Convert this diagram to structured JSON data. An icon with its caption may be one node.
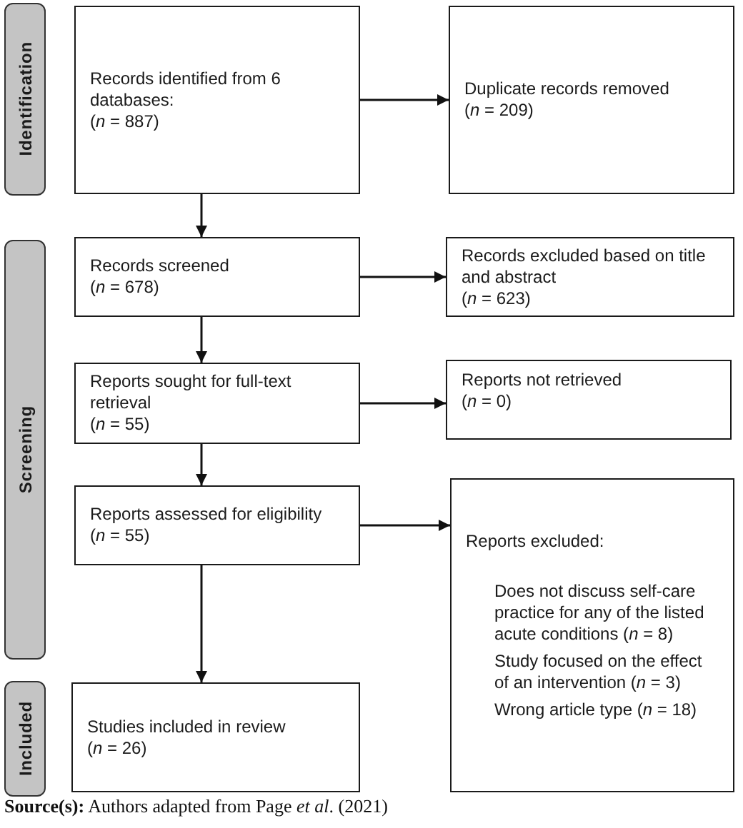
{
  "diagram": {
    "caption": "**Source(s):** Authors adapted from Page *et al*. (2021)",
    "nodes": [
      {
        "text": [
          "Identification"
        ]
      },
      {
        "text": [
          "Records identified from 6 databases:",
          "(*n* = 887)"
        ]
      },
      {
        "text": [
          "Duplicate records removed",
          "(*n* = 209)"
        ]
      },
      {
        "text": [
          "Screening"
        ]
      },
      {
        "text": [
          "Records screened",
          "(*n* = 678)"
        ]
      },
      {
        "text": [
          "Records excluded based on title and abstract",
          "(*n* = 623)"
        ]
      },
      {
        "text": [
          "Reports sought for full-text retrieval",
          "(*n* = 55)"
        ]
      },
      {
        "text": [
          "Reports not retrieved",
          "(*n* = 0)"
        ]
      },
      {
        "text": [
          "Reports assessed for eligibility",
          "(*n* = 55)"
        ]
      },
      {
        "text": [
          "Reports excluded:",
          "Does not discuss self-care practice for any of the listed acute conditions (*n* = 8)",
          "Study focused on the effect of an intervention (*n* = 3)",
          "Wrong article type (*n* = 18)"
        ]
      },
      {
        "text": [
          "Included"
        ]
      },
      {
        "text": [
          "Studies included in review",
          "(*n* = 26)"
        ]
      }
    ],
    "edges": [
      {
        "from": 1,
        "to": 2,
        "arrow": "to"
      },
      {
        "from": 1,
        "to": 4,
        "arrow": "to"
      },
      {
        "from": 4,
        "to": 5,
        "arrow": "to"
      },
      {
        "from": 4,
        "to": 6,
        "arrow": "to"
      },
      {
        "from": 6,
        "to": 7,
        "arrow": "to"
      },
      {
        "from": 6,
        "to": 8,
        "arrow": "to"
      },
      {
        "from": 8,
        "to": 9,
        "arrow": "to"
      },
      {
        "from": 8,
        "to": 11,
        "arrow": "to"
      }
    ]
  }
}
